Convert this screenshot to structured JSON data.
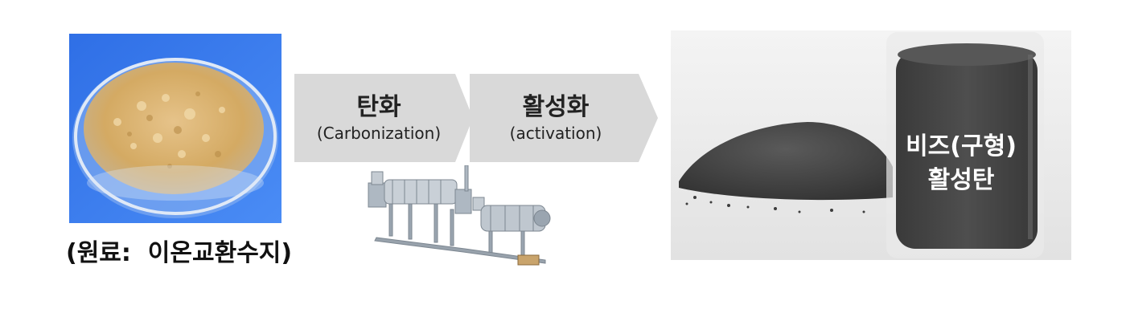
{
  "raw_material": {
    "caption": "(원료:  이온교환수지)"
  },
  "process": {
    "steps": [
      {
        "title": "탄화",
        "subtitle": "(Carbonization)"
      },
      {
        "title": "활성화",
        "subtitle": "(activation)"
      }
    ]
  },
  "product": {
    "label_line1": "비즈(구형)",
    "label_line2": "활성탄"
  },
  "colors": {
    "arrow_fill": "#d9d9d9",
    "photo_background": "#3d7ef0",
    "resin": "#d8b574",
    "carbon_beads": "#4a4a4a"
  },
  "icons": {
    "raw_photo": "petri-dish-resin-image",
    "machine": "rotary-kiln-machine-image",
    "product_photo": "activated-carbon-beads-image"
  }
}
